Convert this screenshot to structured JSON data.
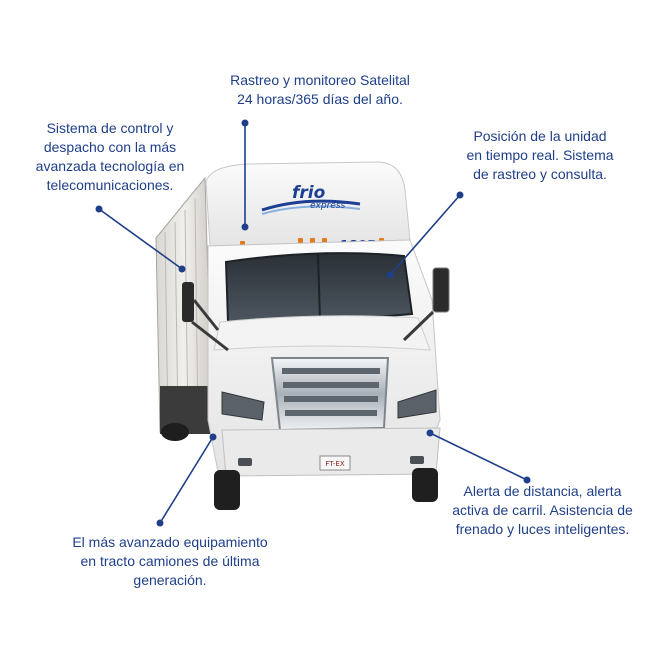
{
  "callouts": {
    "satellite": "Rastreo y monitoreo Satelital\n24 horas/365 días del año.",
    "dispatch": "Sistema de control y\ndespacho con la más\navanzada tecnología en\ntelecomunicaciones.",
    "position": "Posición de la unidad\nen tiempo real. Sistema\nde rastreo y consulta.",
    "safety": "Alerta de distancia, alerta\nactiva de carril. Asistencia  de\nfrenado y luces inteligentes.",
    "equipment": "El más avanzado equipamiento\nen tracto camiones de última\ngeneración."
  },
  "truck": {
    "brand_line1": "frio",
    "brand_line2": "express",
    "unit_number": "1805",
    "plate": "FT-EX"
  },
  "colors": {
    "callout_text": "#1f3f8a",
    "leader_line": "#1f3f8a",
    "brand_blue": "#1c3f94"
  }
}
